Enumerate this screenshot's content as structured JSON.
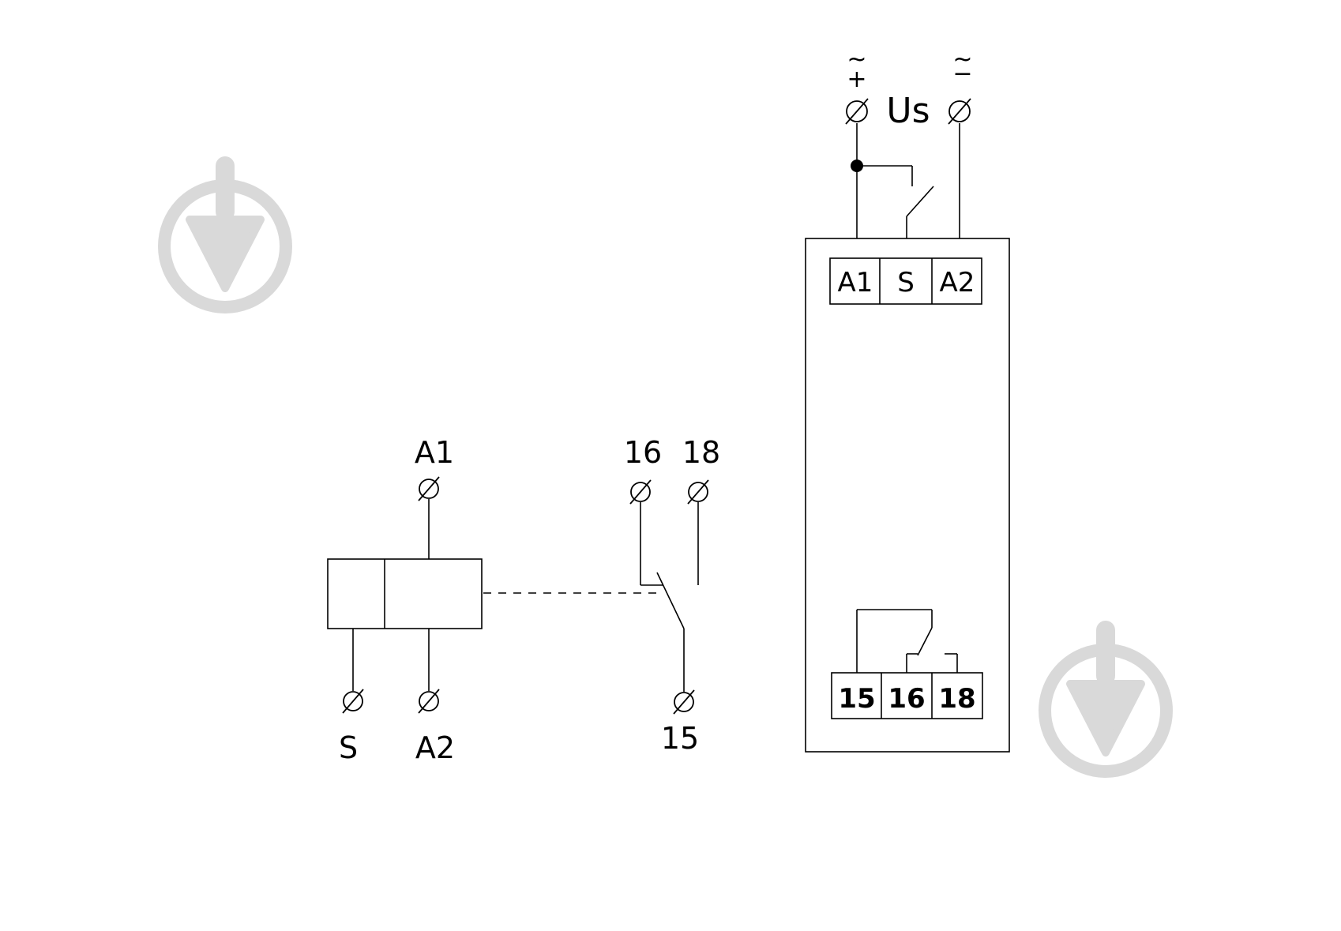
{
  "colors": {
    "line": "#000000",
    "watermark": "#d9d9d9",
    "background": "#ffffff"
  },
  "watermark": {
    "icon": "down-arrow-circle-logo"
  },
  "schematic": {
    "coil_top_label": "A1",
    "coil_bottom_left_label": "S",
    "coil_bottom_right_label": "A2",
    "contact_label_no": "16",
    "contact_label_nc": "18",
    "contact_common_label": "15"
  },
  "module": {
    "supply_label": "Us",
    "supply_left_symbols": {
      "ac": "~",
      "dc": "+"
    },
    "supply_right_symbols": {
      "ac": "~",
      "dc": "−"
    },
    "top_terminals": [
      "A1",
      "S",
      "A2"
    ],
    "bottom_terminals": [
      "15",
      "16",
      "18"
    ]
  }
}
